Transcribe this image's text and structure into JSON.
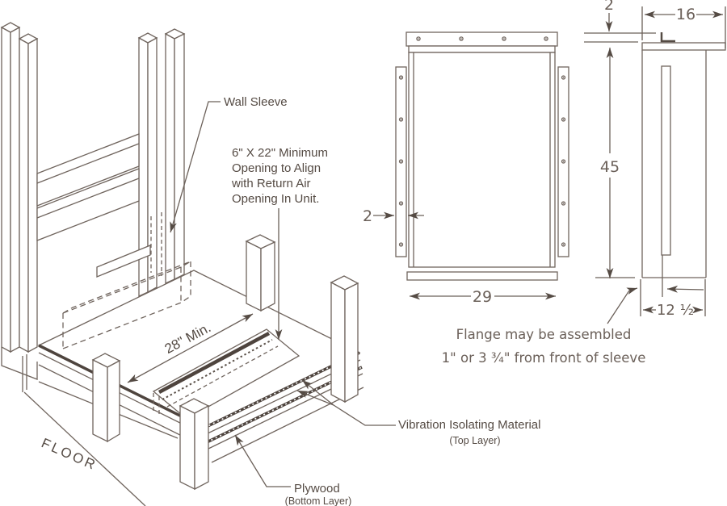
{
  "drawing": {
    "iso": {
      "wall_sleeve": "Wall Sleeve",
      "opening_note": [
        "6\" X 22\" Minimum",
        "Opening to Align",
        "with Return Air",
        "Opening In Unit."
      ],
      "dim_28": "28\" Min.",
      "floor": "FLOOR",
      "vibration_label": "Vibration Isolating Material",
      "vibration_sub": "(Top Layer)",
      "plywood_label": "Plywood",
      "plywood_sub": "(Bottom Layer)"
    },
    "front": {
      "dim_flange": "2",
      "dim_width": "29",
      "dim_height": "45",
      "dim_top": "2"
    },
    "side": {
      "dim_width": "16",
      "dim_depth": "12 ½",
      "note": [
        "Flange may be assembled",
        "1\" or 3 ¾\" from front of sleeve"
      ]
    },
    "colors": {
      "line": "#70655e",
      "dark": "#4e443e",
      "label": "#554b44",
      "dim": "#6b6059"
    }
  }
}
